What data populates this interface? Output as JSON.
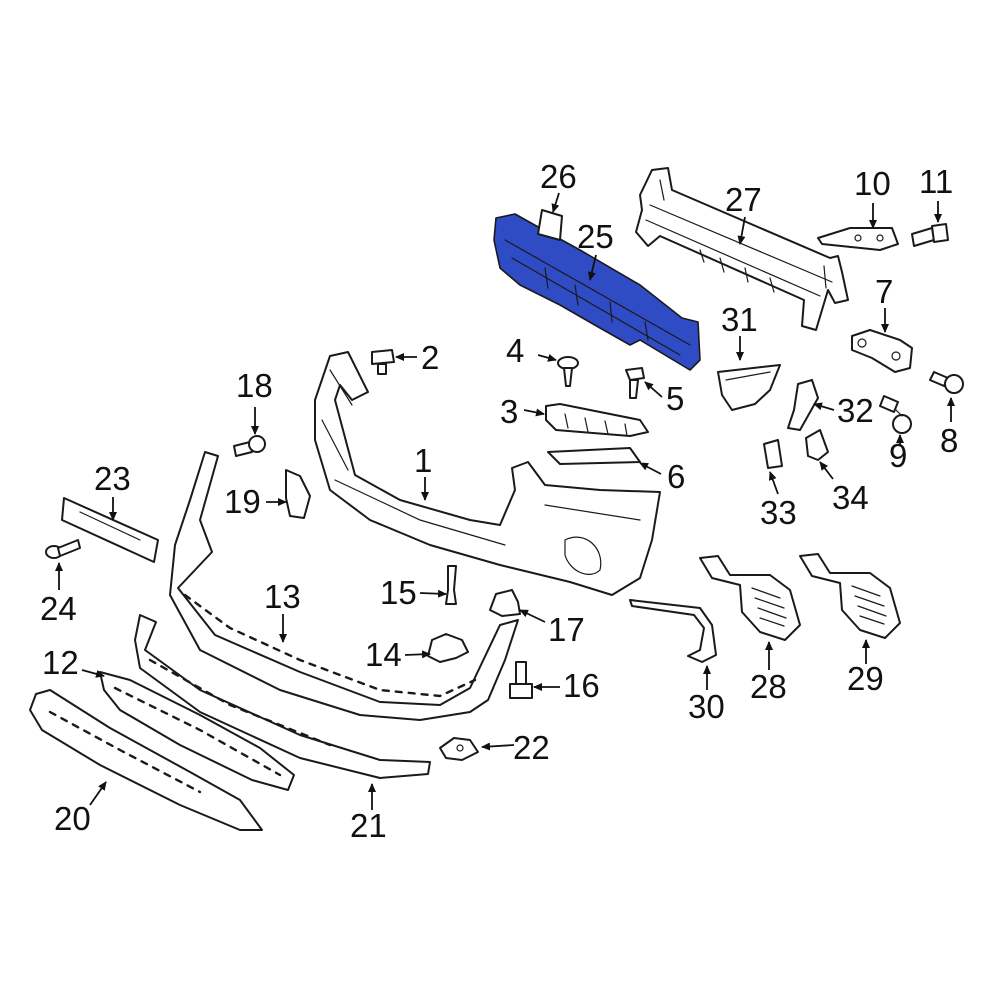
{
  "diagram": {
    "highlight_color": "#2f4cc4",
    "outline_color": "#1a1a1a",
    "highlighted_part": "25",
    "callouts": [
      "1",
      "2",
      "3",
      "4",
      "5",
      "6",
      "7",
      "8",
      "9",
      "10",
      "11",
      "12",
      "13",
      "14",
      "15",
      "16",
      "17",
      "18",
      "19",
      "20",
      "21",
      "22",
      "23",
      "24",
      "25",
      "26",
      "27",
      "28",
      "29",
      "30",
      "31",
      "32",
      "33",
      "34"
    ]
  }
}
